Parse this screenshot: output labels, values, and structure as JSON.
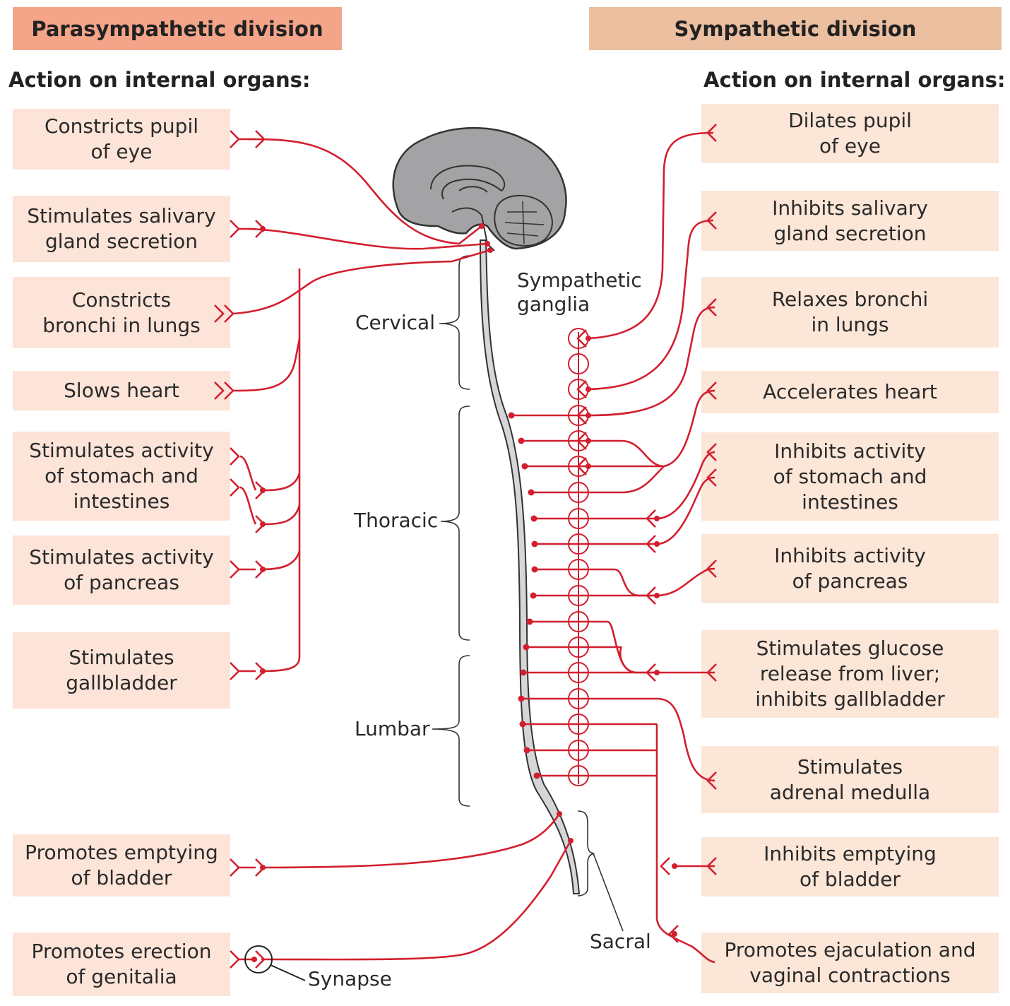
{
  "headers": {
    "left": "Parasympathetic division",
    "right": "Sympathetic division"
  },
  "subheads": {
    "left": "Action on internal organs:",
    "right": "Action on internal organs:"
  },
  "parasympathetic": {
    "pupil": "Constricts pupil\nof eye",
    "salivary": "Stimulates salivary\ngland secretion",
    "bronchi": "Constricts\nbronchi in lungs",
    "heart": "Slows heart",
    "stomach": "Stimulates activity\nof stomach and\nintestines",
    "pancreas": "Stimulates activity\nof pancreas",
    "gallbladder": "Stimulates\ngallbladder",
    "bladder": "Promotes emptying\nof bladder",
    "genitalia": "Promotes erection\nof genitalia"
  },
  "sympathetic": {
    "pupil": "Dilates pupil\nof eye",
    "salivary": "Inhibits salivary\ngland secretion",
    "bronchi": "Relaxes bronchi\nin lungs",
    "heart": "Accelerates heart",
    "stomach": "Inhibits activity\nof stomach and\nintestines",
    "pancreas": "Inhibits activity\nof pancreas",
    "liver": "Stimulates glucose\nrelease from liver;\ninhibits gallbladder",
    "adrenal": "Stimulates\nadrenal medulla",
    "bladder": "Inhibits emptying\nof bladder",
    "genital": "Promotes ejaculation and\nvaginal contractions"
  },
  "labels": {
    "ganglia": "Sympathetic\nganglia",
    "cervical": "Cervical",
    "thoracic": "Thoracic",
    "lumbar": "Lumbar",
    "sacral": "Sacral",
    "synapse": "Synapse"
  },
  "colors": {
    "nerve": "#d21f2f",
    "brain": "#a3a3a5",
    "cord": "#d6d6d8",
    "left_header": "#f4a488",
    "right_header": "#ebbf9f",
    "left_box": "#fde4d8",
    "right_box": "#fbe6d7"
  }
}
